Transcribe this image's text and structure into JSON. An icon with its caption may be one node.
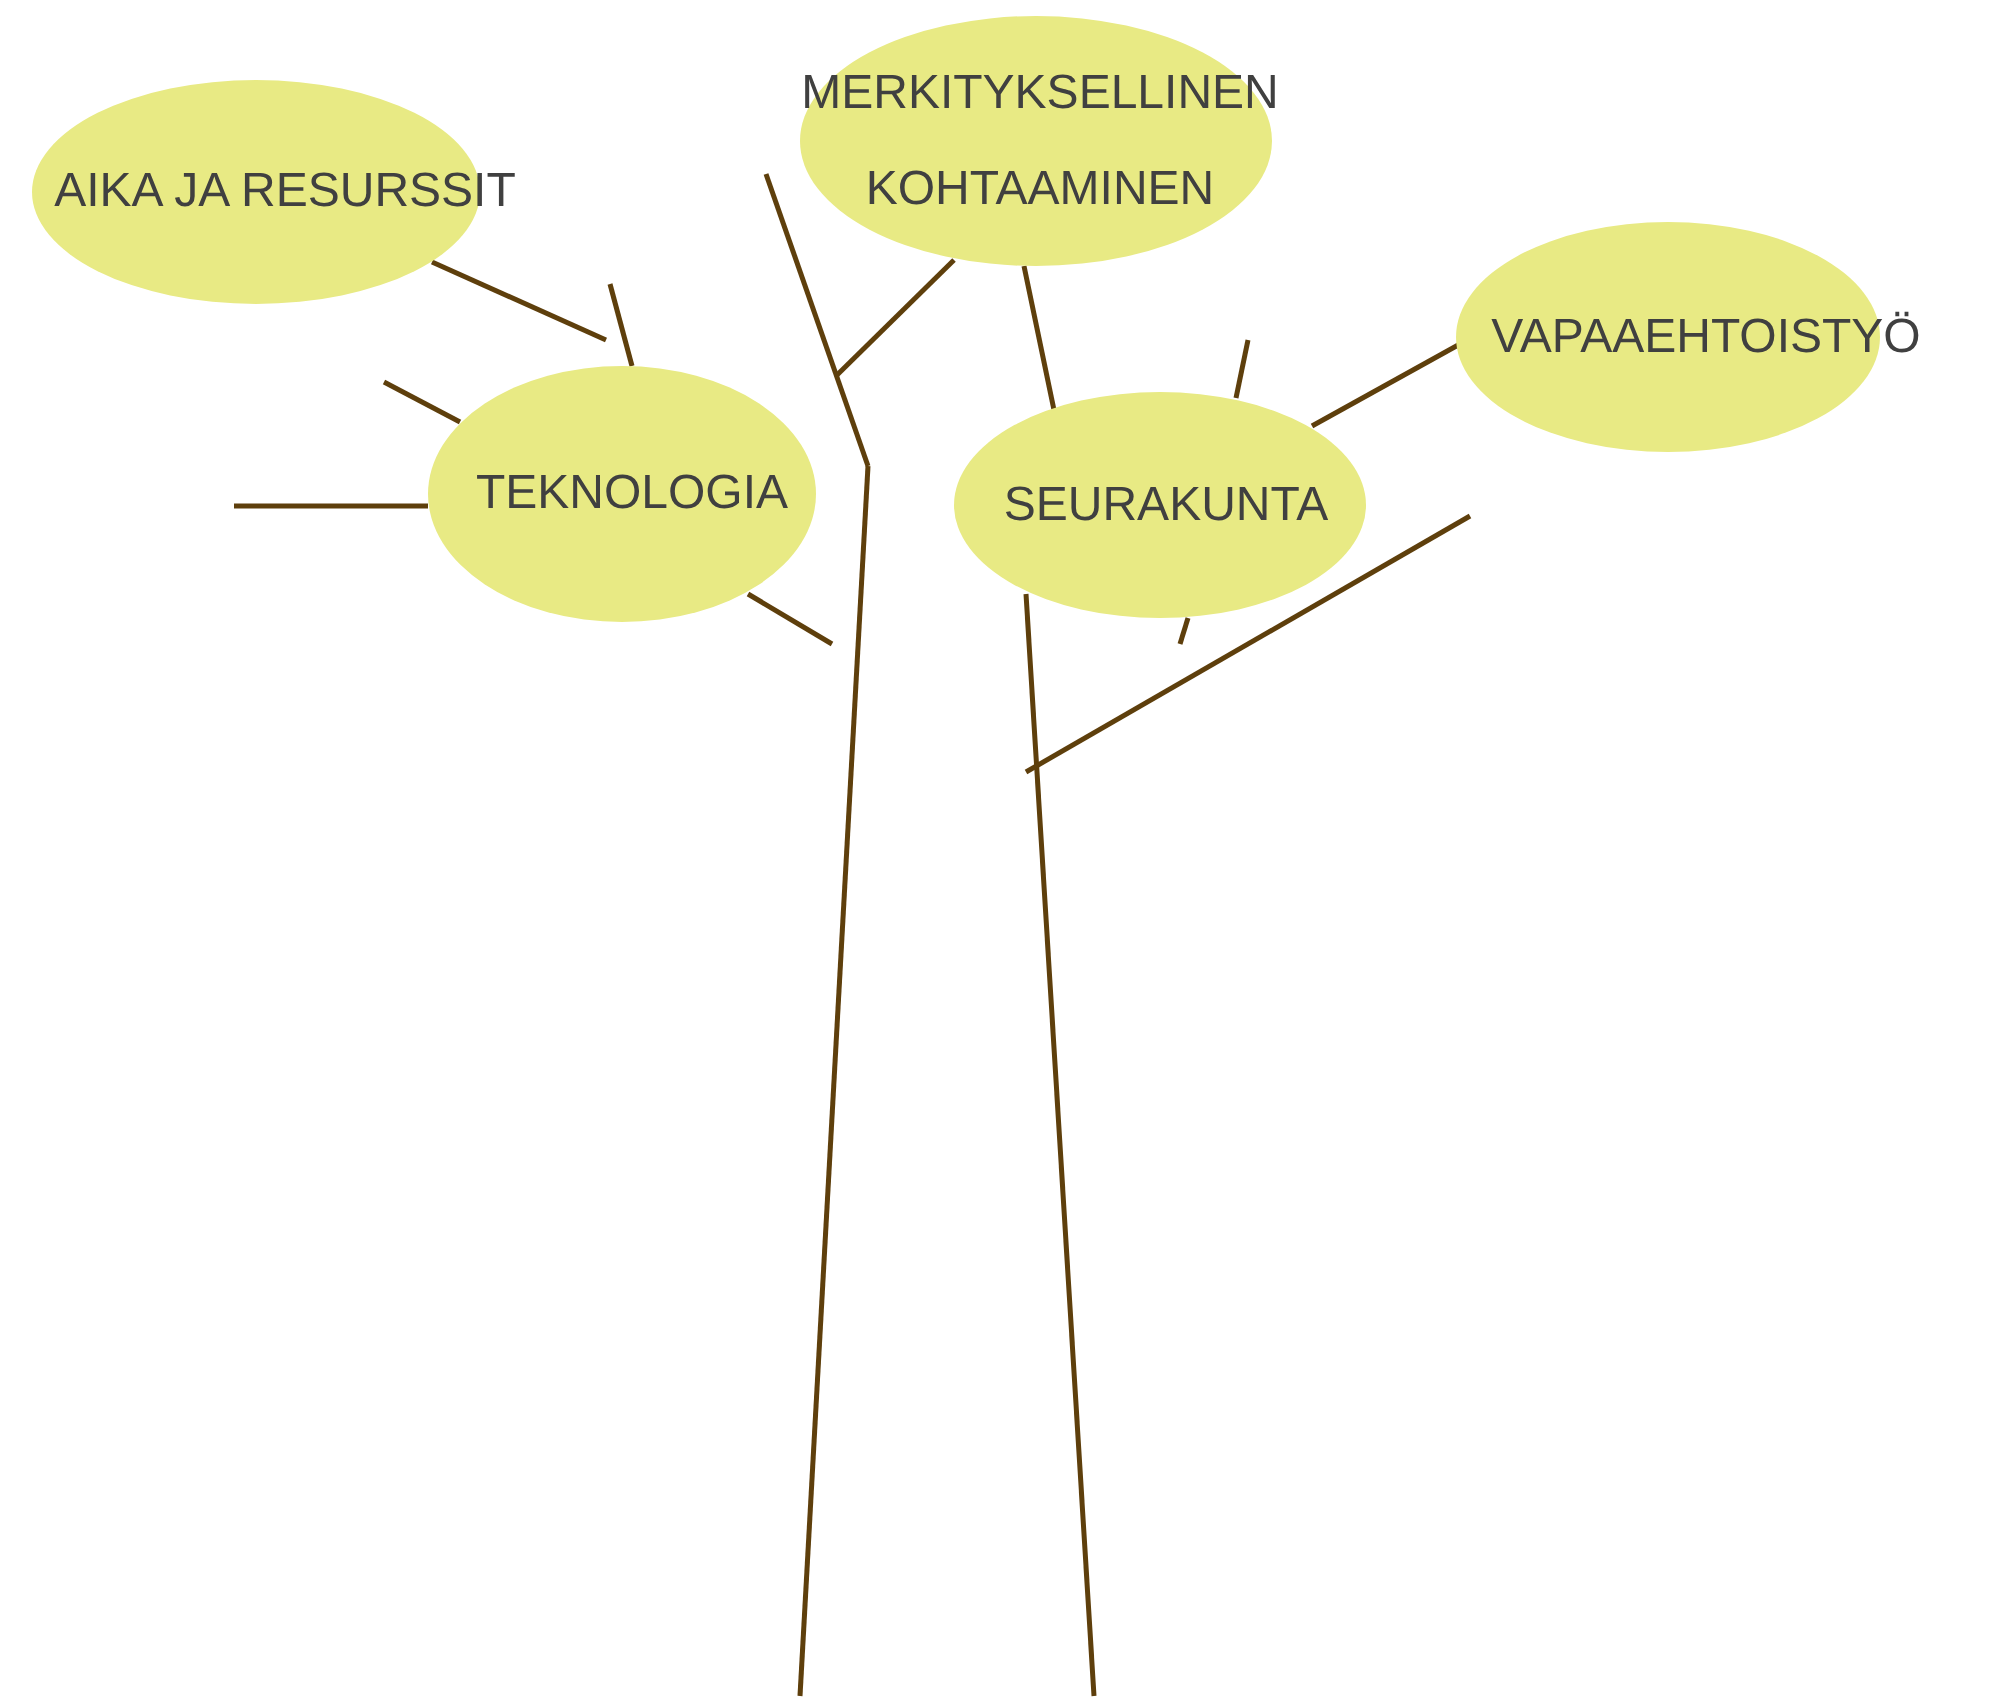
{
  "diagram": {
    "nodes": [
      {
        "text": [
          "AIKA JA RESURSSIT"
        ]
      },
      {
        "text": [
          "MERKITYKSELLINEN KOHTAAMINEN"
        ]
      },
      {
        "text": [
          "TEKNOLOGIA"
        ]
      },
      {
        "text": [
          "SEURAKUNTA"
        ]
      },
      {
        "text": [
          "VAPAAEHTOISTYÖ"
        ]
      }
    ]
  }
}
